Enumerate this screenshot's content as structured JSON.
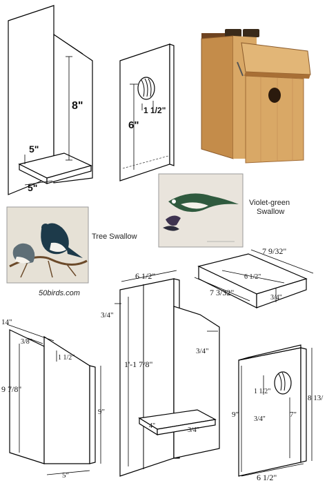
{
  "labels": {
    "top_back_height": "8\"",
    "top_floor_depth": "5\"",
    "top_floor_width": "5\"",
    "top_front_height": "6\"",
    "top_hole_diameter": "1 1/2\"",
    "tree_swallow": "Tree Swallow",
    "violet_green_line1": "Violet-green",
    "violet_green_line2": "Swallow",
    "site": "50birds.com",
    "roof_width": "7 9/32\"",
    "roof_inner": "6 1/2\"",
    "roof_depth": "7 3/32\"",
    "roof_thickness": "3/4\"",
    "side_top": "14\"",
    "side_slope": "3/8\"",
    "side_notch": "1 1/2\"",
    "side_height_left": "9 7/8\"",
    "side_height_right": "9\"",
    "side_bottom": "5\"",
    "back_width": "6 1/2\"",
    "back_left_thick": "3/4\"",
    "back_height": "1'-1 7/8\"",
    "back_right_thick": "3/4\"",
    "floor_depth": "4\"",
    "floor_thick": "3/4\"",
    "front_hole": "1 1/2\"",
    "front_height_left": "9\"",
    "front_thick": "3/4\"",
    "front_inner": "7\"",
    "front_height_right": "8 13/",
    "front_width": "6 1/2\""
  },
  "colors": {
    "wood_light": "#d9a866",
    "wood_mid": "#c48c4a",
    "wood_dark": "#8a5a2b",
    "tree_swallow_back": "#1d3a4a",
    "violet_green_back": "#2f5a3e",
    "painting_bg": "#e9e4dc"
  }
}
